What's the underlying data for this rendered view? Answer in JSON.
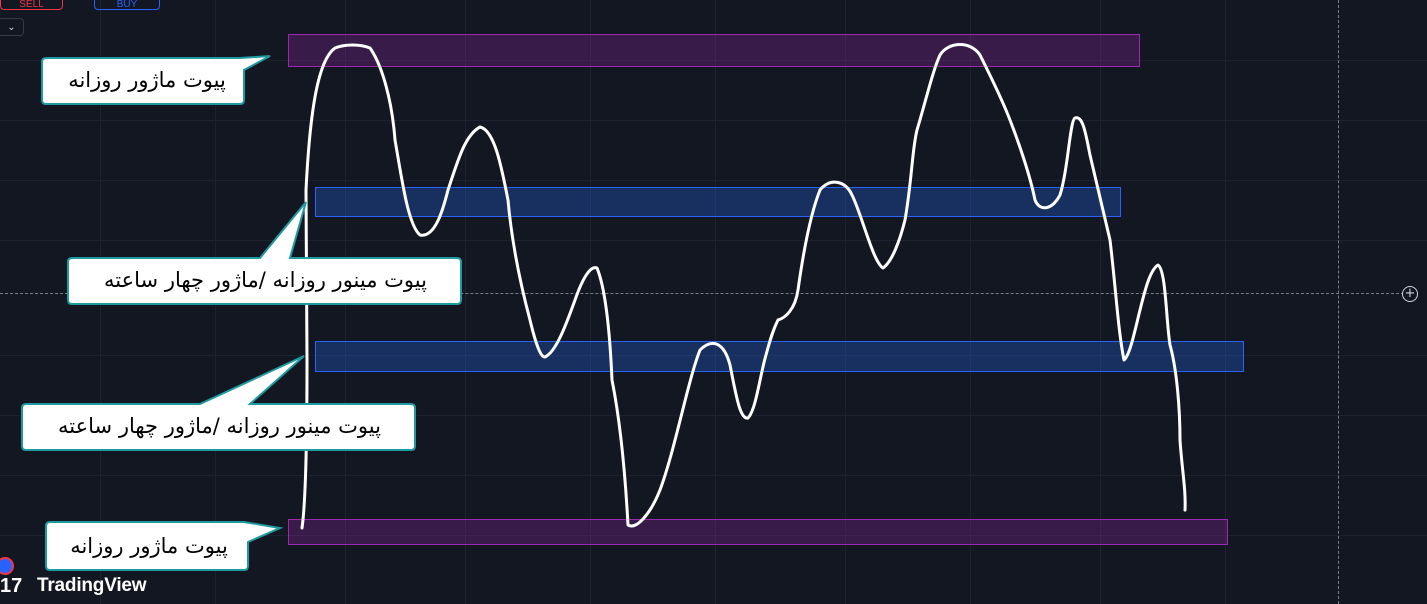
{
  "toolbar": {
    "sell_label": "SELL",
    "buy_label": "BUY",
    "collapse_glyph": "⌄"
  },
  "crosshair": {
    "button_glyph": "+"
  },
  "annotations": {
    "major_top": "پیوت ماژور روزانه",
    "minor_upper": "پیوت مینور روزانه /ماژور چهار ساعته",
    "minor_lower": "پیوت مینور روزانه /ماژور چهار ساعته",
    "major_bottom": "پیوت ماژور روزانه"
  },
  "branding": {
    "logo": "TradingView",
    "logo_mark": "17"
  },
  "colors": {
    "background": "#131722",
    "major_zone": "#9c27b0",
    "minor_zone": "#2962ff",
    "callout_border": "#1e9aa0",
    "price_path": "#ffffff"
  }
}
